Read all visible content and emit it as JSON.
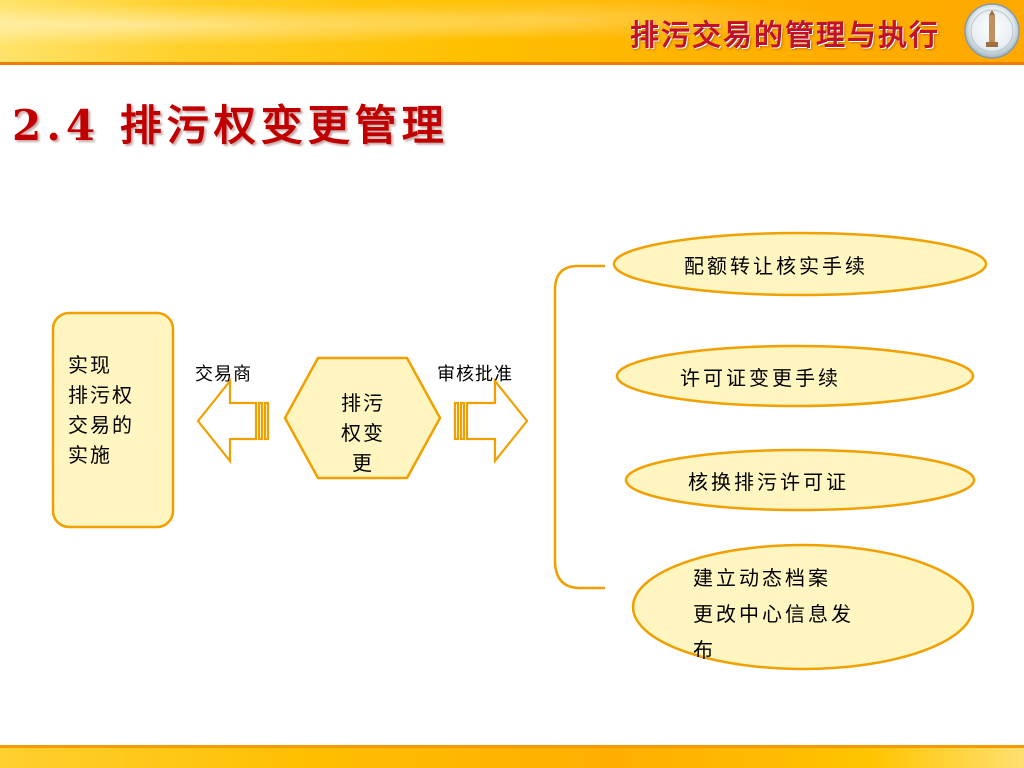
{
  "header": {
    "title": "排污交易的管理与执行"
  },
  "slide": {
    "title": "2.4 排污权变更管理"
  },
  "diagram": {
    "left_box": [
      "实现",
      "排污权",
      "交易的",
      "实施"
    ],
    "left_arrow_label": "交易商",
    "center_hexagon": [
      "排污",
      "权变",
      "更"
    ],
    "right_arrow_label": "审核批准",
    "steps": [
      {
        "lines": [
          "配额转让核实手续"
        ]
      },
      {
        "lines": [
          "许可证变更手续"
        ]
      },
      {
        "lines": [
          "核换排污许可证"
        ]
      },
      {
        "lines": [
          "建立动态档案",
          "更改中心信息发",
          "布"
        ]
      }
    ]
  },
  "colors": {
    "accent_red": "#c00000",
    "banner_yellow": "#ffc000",
    "shape_fill": "#fff5c0",
    "shape_border": "#f0a000"
  }
}
